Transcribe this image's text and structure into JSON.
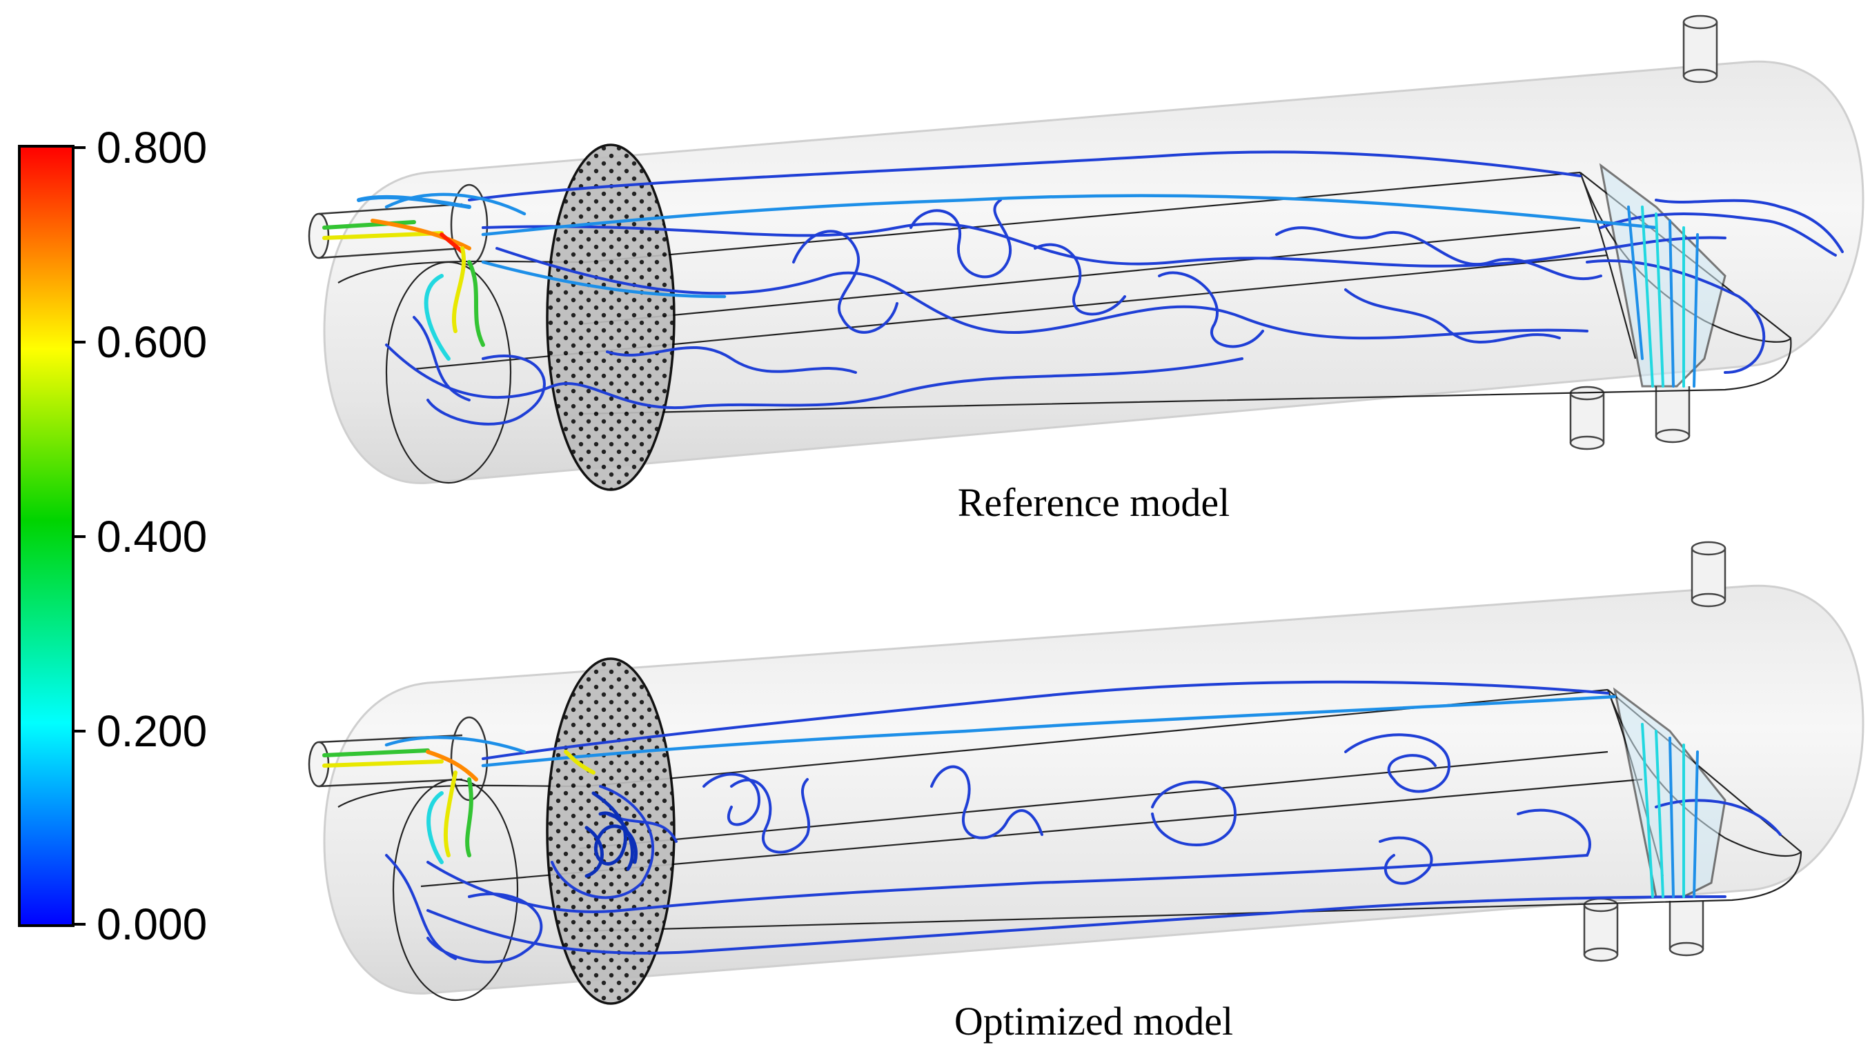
{
  "colorbar": {
    "ticks": [
      "0.800",
      "0.600",
      "0.400",
      "0.200",
      "0.000"
    ],
    "colors": [
      "#ff0000",
      "#ff8800",
      "#ffff00",
      "#00e000",
      "#00ffff",
      "#0088ff",
      "#0000ff"
    ]
  },
  "panels": [
    {
      "caption": "Reference model"
    },
    {
      "caption": "Optimized model"
    }
  ],
  "stream_colors": {
    "slow": "#1f3fd6",
    "medium": "#1d8fe8",
    "fast_cyan": "#22d8e0",
    "green": "#33c433",
    "yellow": "#e8e800",
    "red": "#ff2000"
  }
}
